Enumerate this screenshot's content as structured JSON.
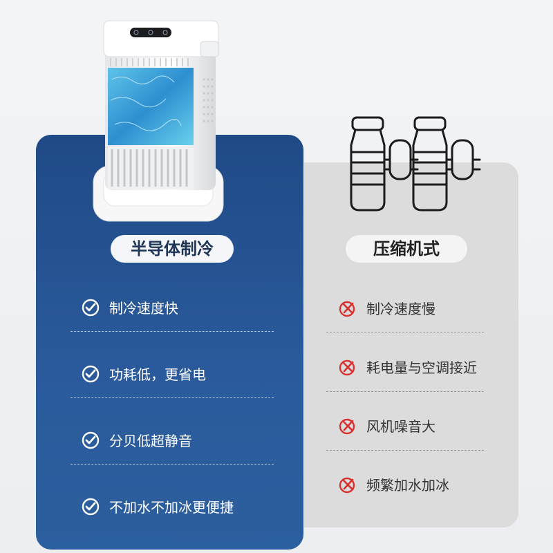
{
  "left": {
    "title": "半导体制冷",
    "features": [
      "制冷速度快",
      "功耗低，更省电",
      "分贝低超静音",
      "不加水不加冰更便捷"
    ]
  },
  "right": {
    "title": "压缩机式",
    "features": [
      "制冷速度慢",
      "耗电量与空调接近",
      "风机噪音大",
      "频繁加水加冰"
    ]
  },
  "colors": {
    "left_panel": "#2a5a9b",
    "right_panel": "#dcdcdc",
    "cross_red": "#d93030"
  },
  "icons": {
    "left_feature": "check-circle-icon",
    "right_feature": "cross-circle-icon"
  }
}
